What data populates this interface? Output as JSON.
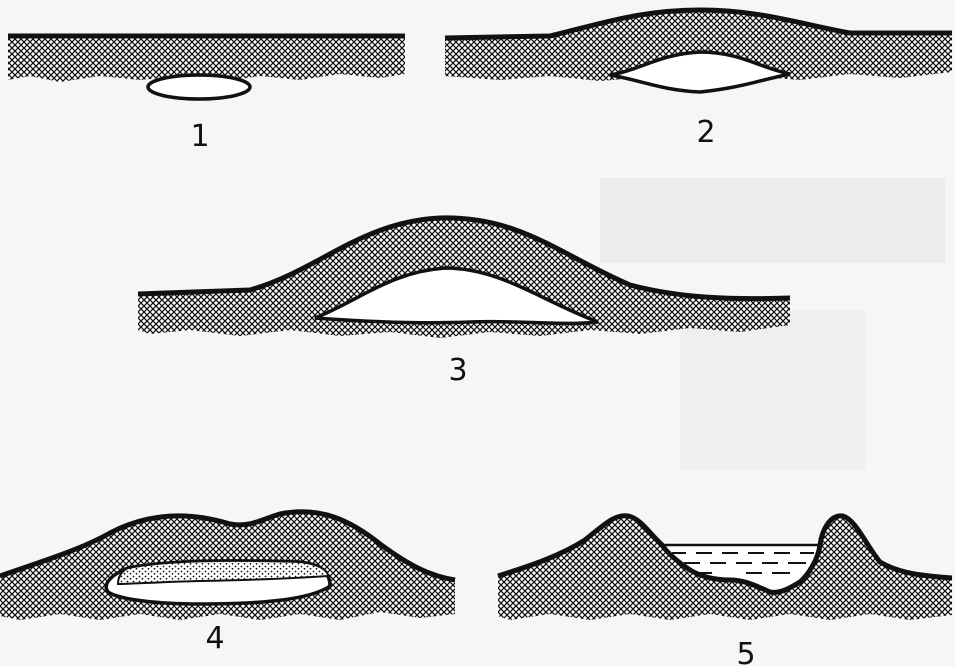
{
  "stages": [
    {
      "label": "1"
    },
    {
      "label": "2"
    },
    {
      "label": "3"
    },
    {
      "label": "4"
    },
    {
      "label": "5"
    }
  ],
  "colors": {
    "background": "#f6f6f4",
    "ink": "#111111",
    "lens": "#ffffff"
  }
}
